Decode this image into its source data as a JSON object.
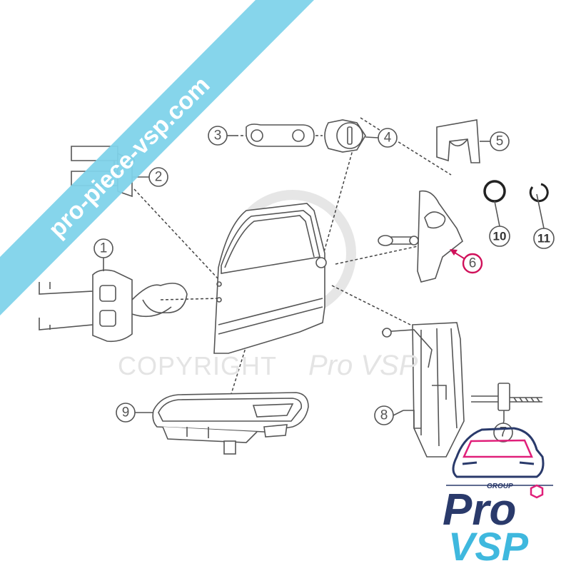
{
  "watermark": {
    "banner_text": "pro-piece-vsp.com",
    "copyright_text": "COPYRIGHT",
    "copyright_brand": "Pro VSP"
  },
  "logo": {
    "group_text": "GROUP",
    "brand_top": "Pro",
    "brand_bottom": "VSP"
  },
  "callouts": [
    "1",
    "2",
    "3",
    "4",
    "5",
    "6",
    "7",
    "8",
    "9",
    "10",
    "11"
  ],
  "colors": {
    "banner": "#7fd3ea",
    "highlight": "#d0105a",
    "logo_dark": "#2a3a6b",
    "logo_light": "#3fb8de",
    "logo_pink": "#e0207a"
  }
}
